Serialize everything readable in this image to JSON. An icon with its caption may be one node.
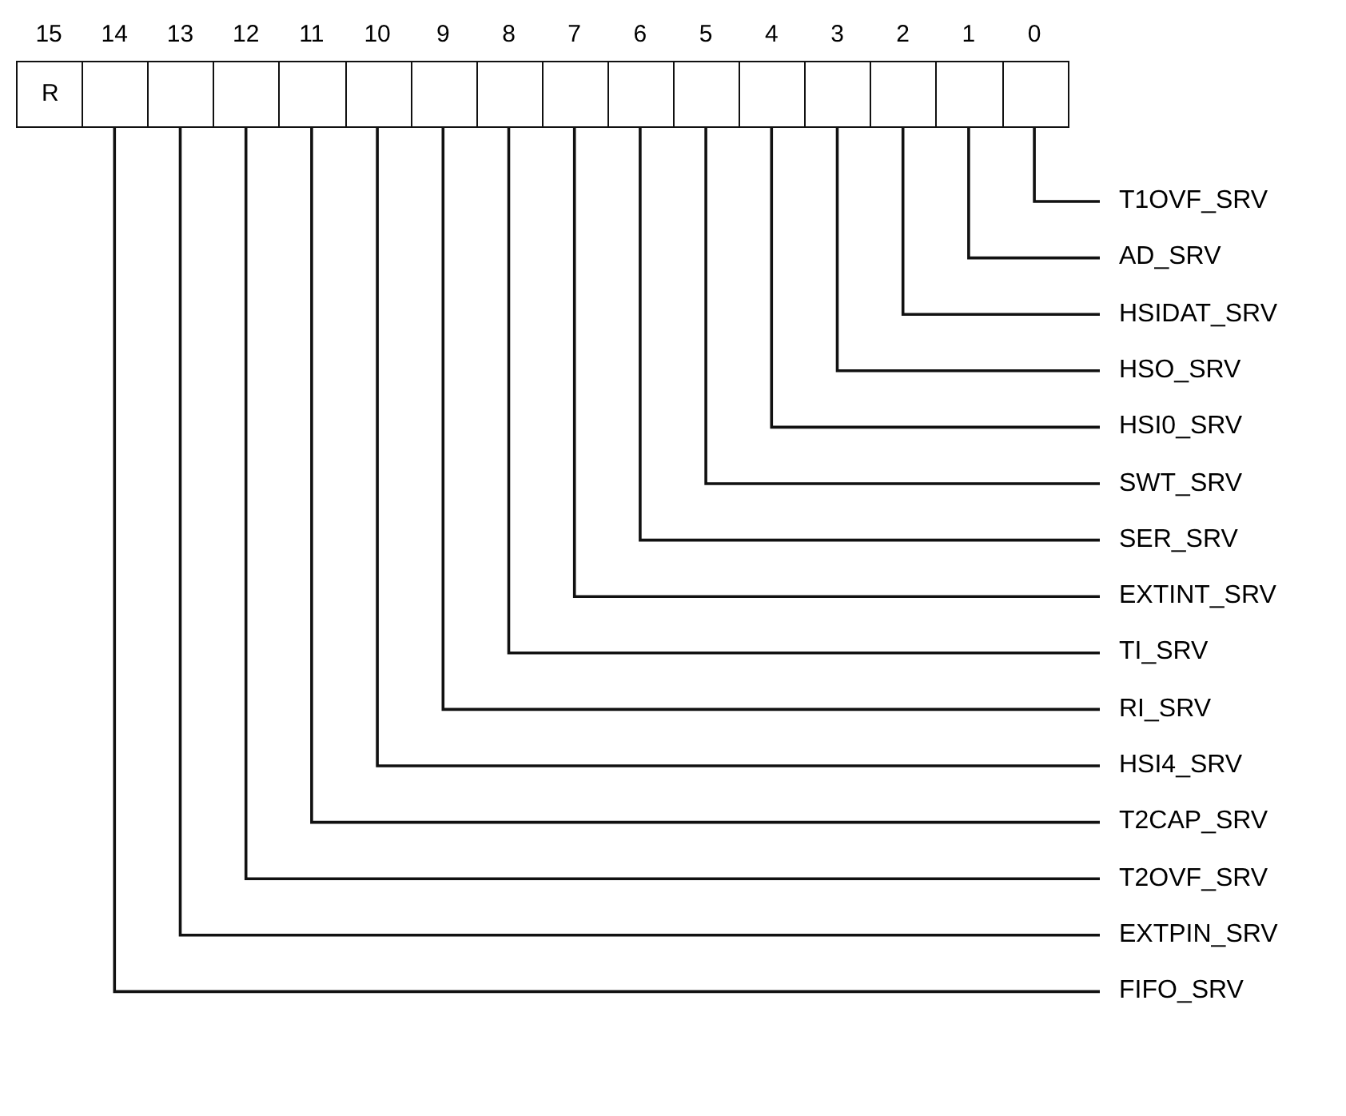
{
  "diagram": {
    "nodes": [
      {
        "text": [
          "R"
        ],
        "beside": [
          "15"
        ]
      },
      {
        "text": [],
        "shape": "box",
        "beside": [
          "14"
        ]
      },
      {
        "text": [],
        "shape": "box",
        "beside": [
          "13"
        ]
      },
      {
        "text": [],
        "shape": "box",
        "beside": [
          "12"
        ]
      },
      {
        "text": [],
        "shape": "box",
        "beside": [
          "11"
        ]
      },
      {
        "text": [],
        "shape": "box",
        "beside": [
          "10"
        ]
      },
      {
        "text": [],
        "shape": "box",
        "beside": [
          "9"
        ]
      },
      {
        "text": [],
        "shape": "box",
        "beside": [
          "8"
        ]
      },
      {
        "text": [],
        "shape": "box",
        "beside": [
          "7"
        ]
      },
      {
        "text": [],
        "shape": "box",
        "beside": [
          "6"
        ]
      },
      {
        "text": [],
        "shape": "box",
        "beside": [
          "5"
        ]
      },
      {
        "text": [],
        "shape": "box",
        "beside": [
          "4"
        ]
      },
      {
        "text": [],
        "shape": "box",
        "beside": [
          "3"
        ]
      },
      {
        "text": [],
        "shape": "box",
        "beside": [
          "2"
        ]
      },
      {
        "text": [],
        "shape": "box",
        "beside": [
          "1"
        ]
      },
      {
        "text": [],
        "shape": "box",
        "beside": [
          "0"
        ]
      },
      {
        "text": [
          "T1OVF_SRV"
        ]
      },
      {
        "text": [
          "AD_SRV"
        ]
      },
      {
        "text": [
          "HSIDAT_SRV"
        ]
      },
      {
        "text": [
          "HSO_SRV"
        ]
      },
      {
        "text": [
          "HSI0_SRV"
        ]
      },
      {
        "text": [
          "SWT_SRV"
        ]
      },
      {
        "text": [
          "SER_SRV"
        ]
      },
      {
        "text": [
          "EXTINT_SRV"
        ]
      },
      {
        "text": [
          "TI_SRV"
        ]
      },
      {
        "text": [
          "RI_SRV"
        ]
      },
      {
        "text": [
          "HSI4_SRV"
        ]
      },
      {
        "text": [
          "T2CAP_SRV"
        ]
      },
      {
        "text": [
          "T2OVF_SRV"
        ]
      },
      {
        "text": [
          "EXTPIN_SRV"
        ]
      },
      {
        "text": [
          "FIFO_SRV"
        ]
      }
    ],
    "edges": [
      {
        "from": 15,
        "to": 16,
        "arrow": "none"
      },
      {
        "from": 14,
        "to": 17,
        "arrow": "none"
      },
      {
        "from": 13,
        "to": 18,
        "arrow": "none"
      },
      {
        "from": 12,
        "to": 19,
        "arrow": "none"
      },
      {
        "from": 11,
        "to": 20,
        "arrow": "none"
      },
      {
        "from": 10,
        "to": 21,
        "arrow": "none"
      },
      {
        "from": 9,
        "to": 22,
        "arrow": "none"
      },
      {
        "from": 8,
        "to": 23,
        "arrow": "none"
      },
      {
        "from": 7,
        "to": 24,
        "arrow": "none"
      },
      {
        "from": 6,
        "to": 25,
        "arrow": "none"
      },
      {
        "from": 5,
        "to": 26,
        "arrow": "none"
      },
      {
        "from": 4,
        "to": 27,
        "arrow": "none"
      },
      {
        "from": 3,
        "to": 28,
        "arrow": "none"
      },
      {
        "from": 2,
        "to": 29,
        "arrow": "none"
      },
      {
        "from": 1,
        "to": 30,
        "arrow": "none"
      }
    ]
  }
}
